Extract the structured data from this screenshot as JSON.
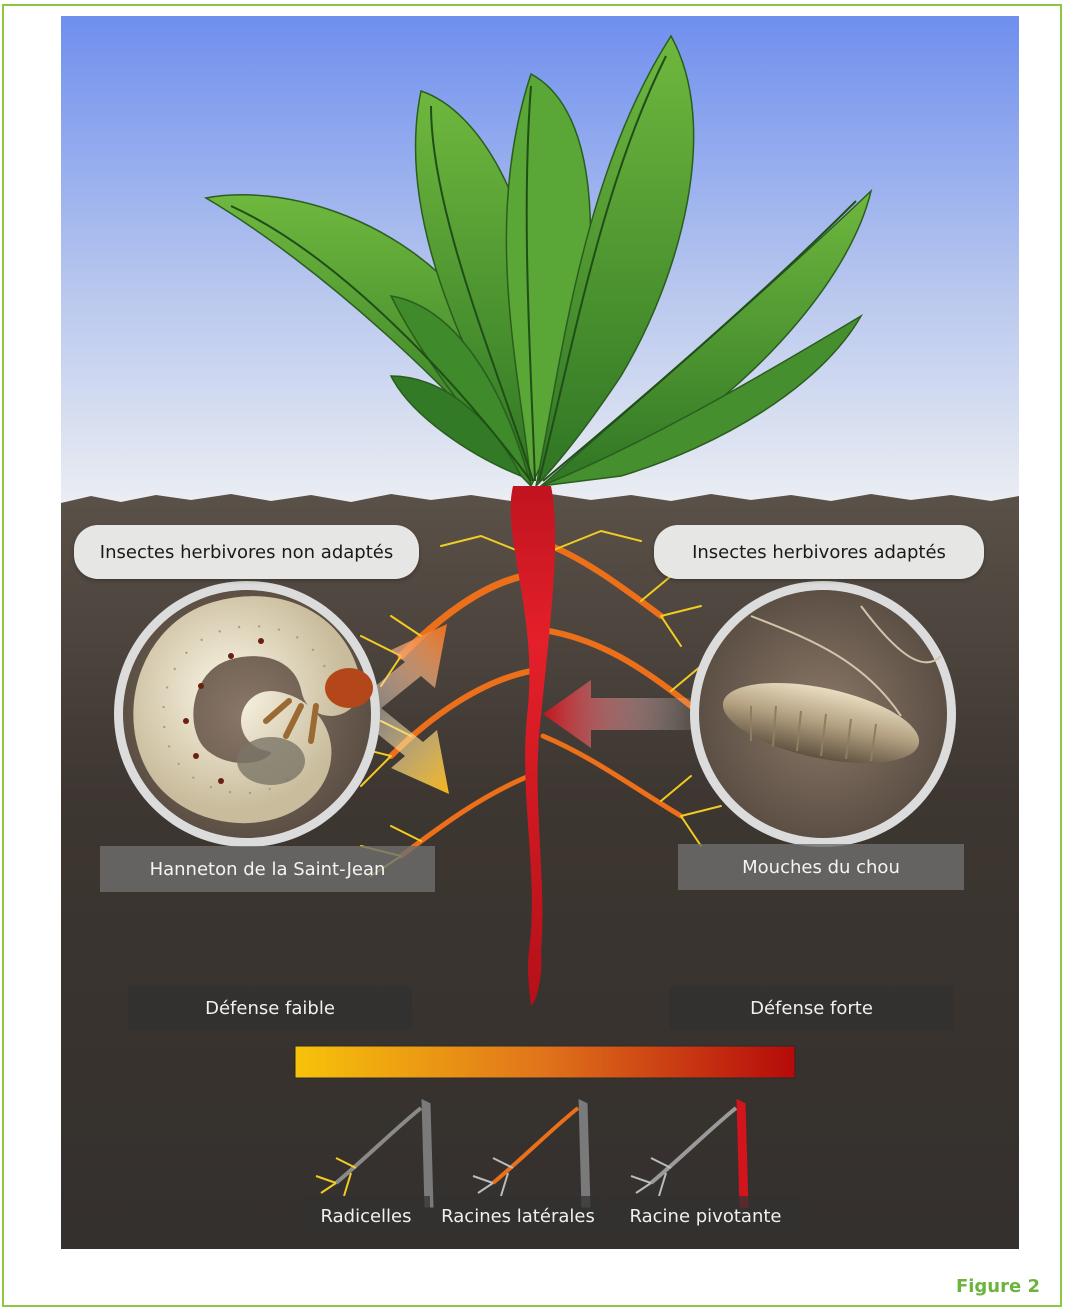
{
  "colors": {
    "frame": "#8dc63f",
    "caption": "#6db33f",
    "sky_top": "#6f8fee",
    "sky_bottom": "#e8ecf2",
    "soil": "#413a33",
    "taproot": "#d4141c",
    "lateral_root": "#ec6f1a",
    "rootlet": "#f3cc22",
    "leaf": "#3e8a2a"
  },
  "labels": {
    "non_adapted": "Insectes herbivores non adaptés",
    "adapted": "Insectes herbivores adaptés",
    "grub": "Hanneton de la Saint-Jean",
    "fly": "Mouches du chou",
    "weak": "Défense faible",
    "strong": "Défense forte",
    "rootlets": "Radicelles",
    "lateral": "Racines latérales",
    "taproot": "Racine pivotante"
  },
  "gradient": {
    "start": "#f7c30a",
    "mid": "#e0731b",
    "end": "#b50a0a"
  },
  "caption": "Figure 2"
}
